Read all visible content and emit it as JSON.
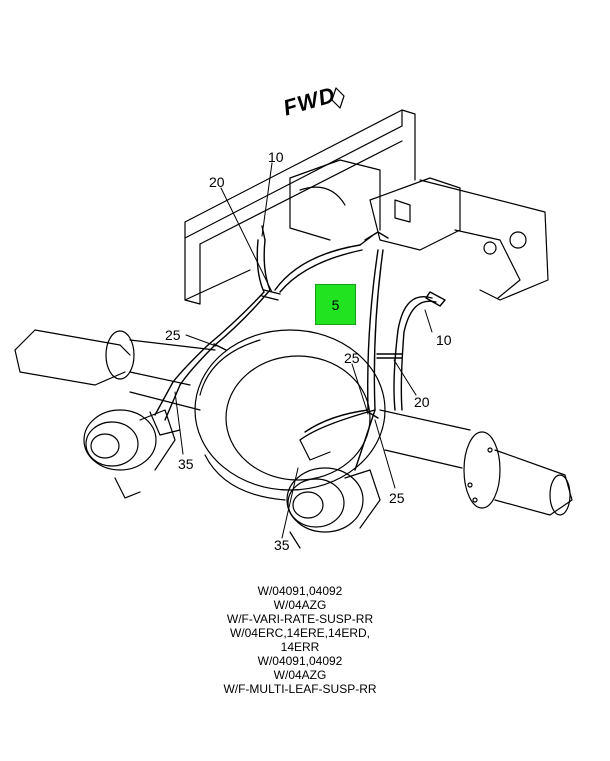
{
  "direction_label": "FWD",
  "highlight": {
    "label": "5",
    "color": "#22e31f"
  },
  "callouts": {
    "c10_top": "10",
    "c20_top": "20",
    "c25_left": "25",
    "c35_left": "35",
    "c25_mid": "25",
    "c10_right": "10",
    "c20_right": "20",
    "c25_right": "25",
    "c35_bottom": "35"
  },
  "notes": [
    "W/04091,04092",
    "W/04AZG",
    "W/F-VARI-RATE-SUSP-RR",
    "W/04ERC,14ERE,14ERD,",
    "14ERR",
    "W/04091,04092",
    "W/04AZG",
    "W/F-MULTI-LEAF-SUSP-RR"
  ]
}
